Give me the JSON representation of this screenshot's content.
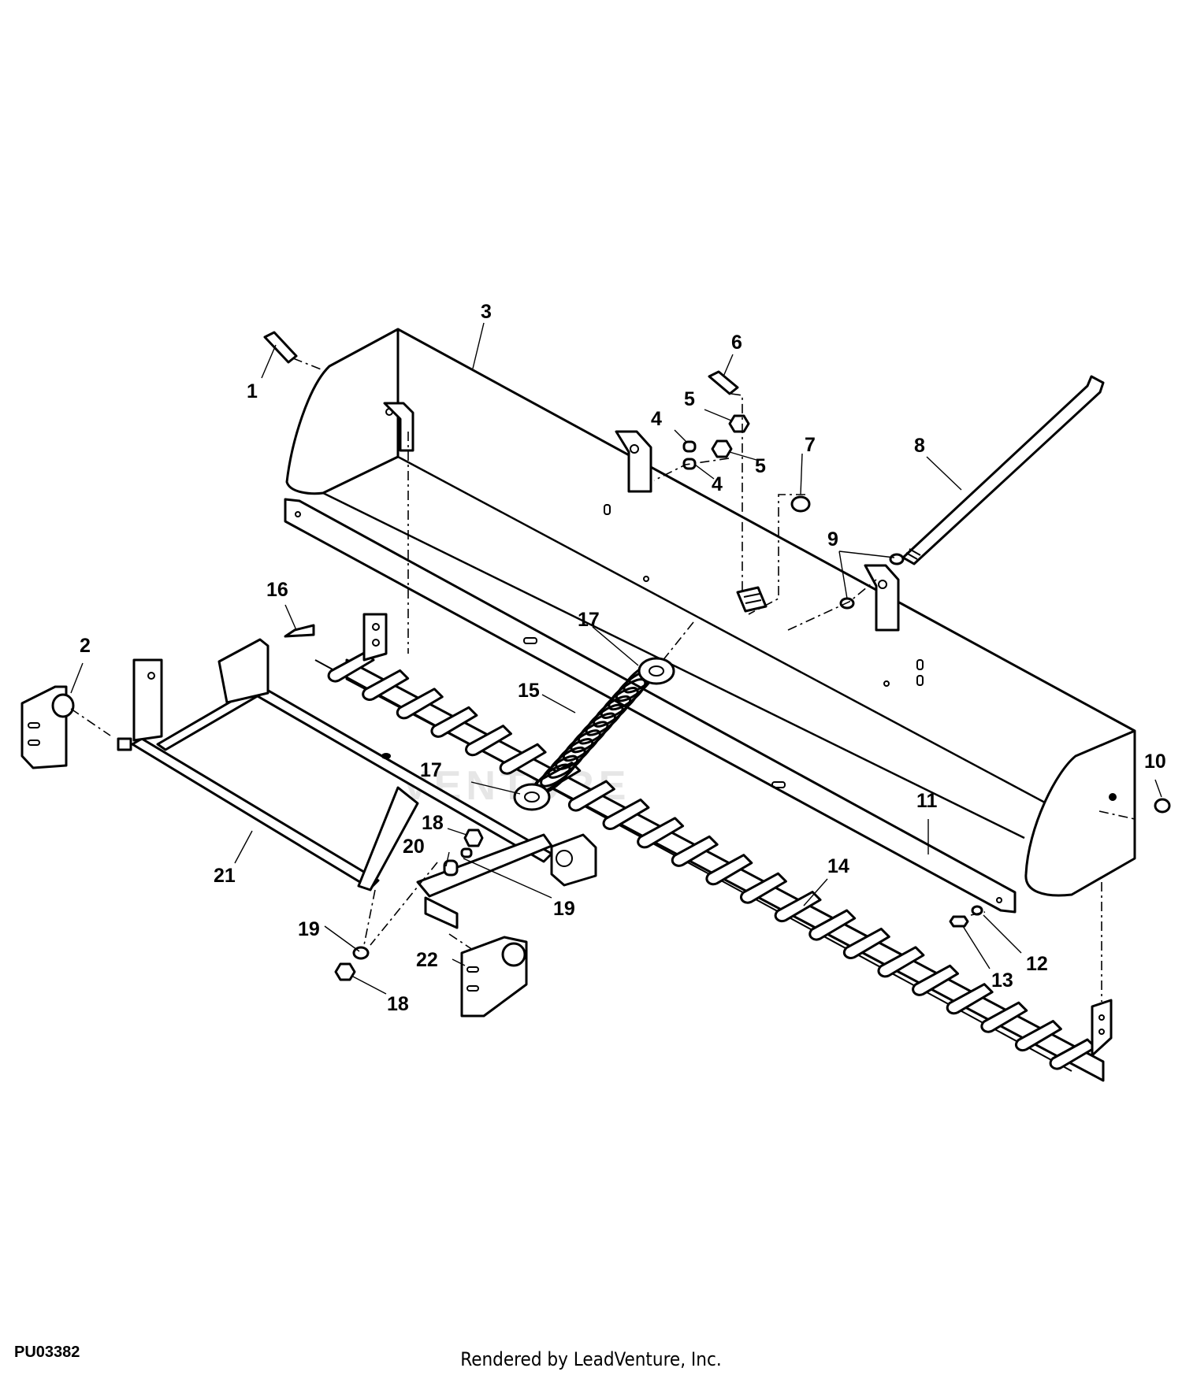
{
  "watermark": "VENTURE",
  "diagram_code": "PU03382",
  "footer": "Rendered by LeadVenture, Inc.",
  "callouts": [
    {
      "id": "c1",
      "text": "1"
    },
    {
      "id": "c2",
      "text": "2"
    },
    {
      "id": "c3",
      "text": "3"
    },
    {
      "id": "c4a",
      "text": "4"
    },
    {
      "id": "c4b",
      "text": "4"
    },
    {
      "id": "c5a",
      "text": "5"
    },
    {
      "id": "c5b",
      "text": "5"
    },
    {
      "id": "c6",
      "text": "6"
    },
    {
      "id": "c7",
      "text": "7"
    },
    {
      "id": "c8",
      "text": "8"
    },
    {
      "id": "c9",
      "text": "9"
    },
    {
      "id": "c10",
      "text": "10"
    },
    {
      "id": "c11",
      "text": "11"
    },
    {
      "id": "c12",
      "text": "12"
    },
    {
      "id": "c13",
      "text": "13"
    },
    {
      "id": "c14",
      "text": "14"
    },
    {
      "id": "c15",
      "text": "15"
    },
    {
      "id": "c16",
      "text": "16"
    },
    {
      "id": "c17a",
      "text": "17"
    },
    {
      "id": "c17b",
      "text": "17"
    },
    {
      "id": "c18a",
      "text": "18"
    },
    {
      "id": "c18b",
      "text": "18"
    },
    {
      "id": "c19a",
      "text": "19"
    },
    {
      "id": "c19b",
      "text": "19"
    },
    {
      "id": "c20",
      "text": "20"
    },
    {
      "id": "c21",
      "text": "21"
    },
    {
      "id": "c22",
      "text": "22"
    }
  ]
}
